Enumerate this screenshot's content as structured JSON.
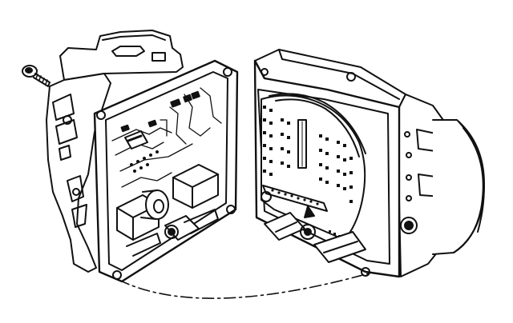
{
  "colors": {
    "line": "#111111",
    "background": "#ffffff",
    "shade": "#2a2a2a"
  },
  "figure": {
    "kind": "exploded-view line drawing",
    "parts": [
      "screw",
      "control-module-cover",
      "hydraulic-modulator-body",
      "alignment-line"
    ],
    "screw_count": 1
  }
}
